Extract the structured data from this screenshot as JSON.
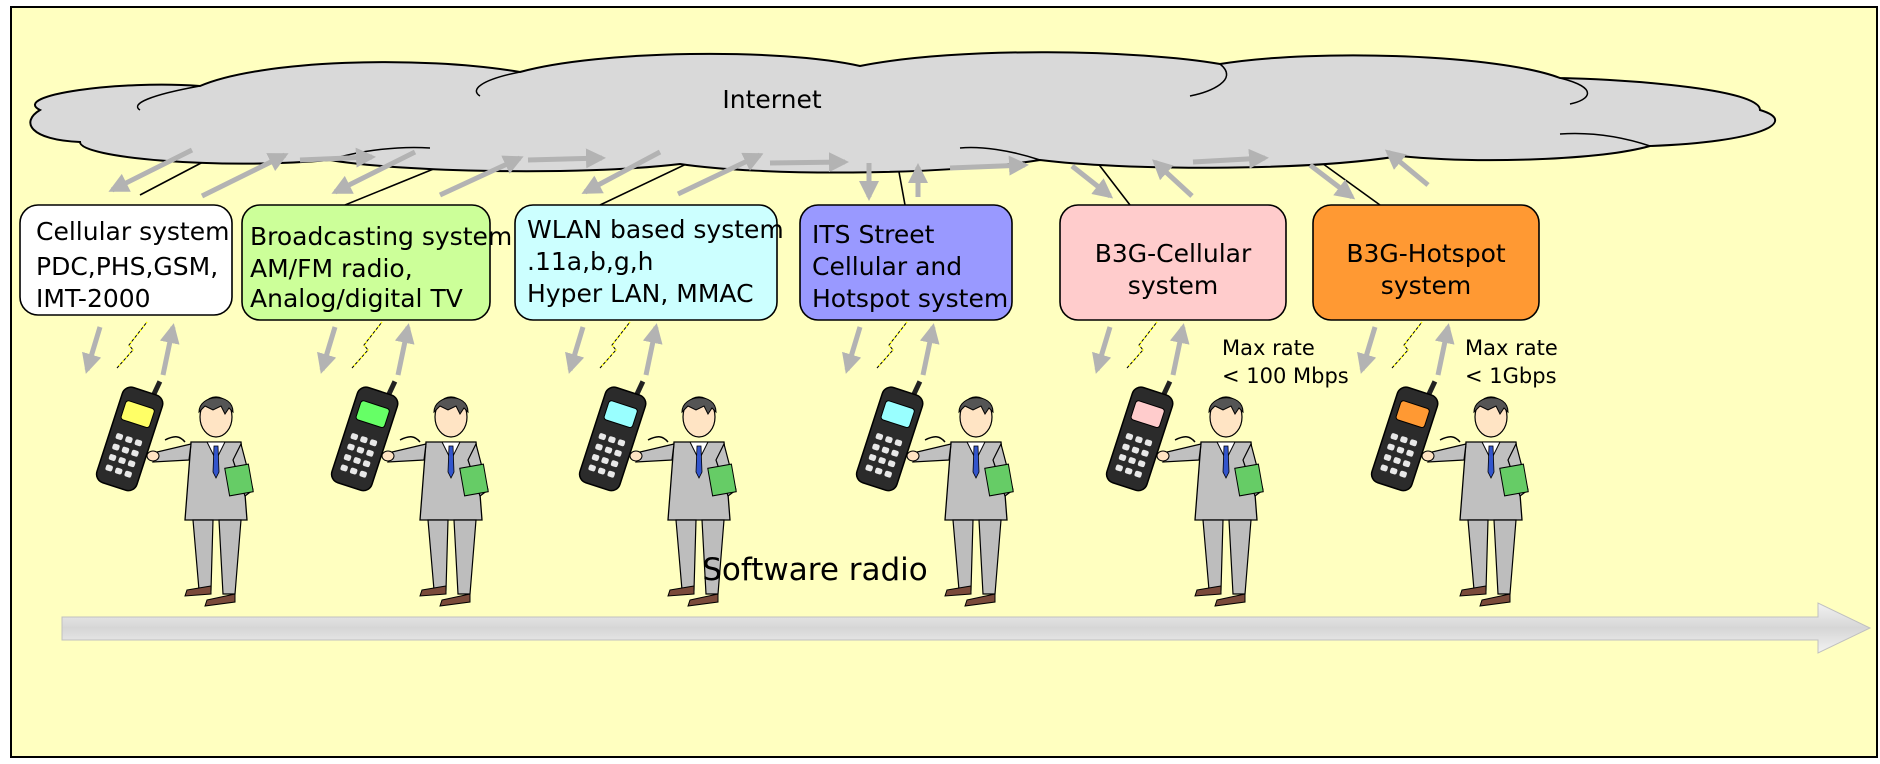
{
  "cloud_label": "Internet",
  "bottom_label": "Software radio",
  "systems": [
    {
      "lines": [
        "Cellular system",
        "PDC,PHS,GSM,",
        "IMT-2000"
      ],
      "fill": "#ffffff",
      "screen": "#ffff66"
    },
    {
      "lines": [
        "Broadcasting system",
        "AM/FM radio,",
        "Analog/digital TV"
      ],
      "fill": "#ccff99",
      "screen": "#66ff66"
    },
    {
      "lines": [
        "WLAN based system",
        ".11a,b,g,h",
        "Hyper LAN, MMAC"
      ],
      "fill": "#ccffff",
      "screen": "#99ffff"
    },
    {
      "lines": [
        "ITS Street",
        "Cellular and",
        "Hotspot system"
      ],
      "fill": "#9999ff",
      "screen": "#99ffff"
    },
    {
      "lines": [
        "B3G-Cellular",
        "system"
      ],
      "fill": "#ffcccc",
      "screen": "#ffcccc"
    },
    {
      "lines": [
        "B3G-Hotspot",
        "system"
      ],
      "fill": "#ff9933",
      "screen": "#ff9933"
    }
  ],
  "rate_notes": [
    {
      "lines": [
        "Max rate",
        "< 100 Mbps"
      ]
    },
    {
      "lines": [
        "Max rate",
        "< 1Gbps"
      ]
    }
  ],
  "colors": {
    "background": "#ffffc0",
    "cloud": "#d9d9d9",
    "arrow": "#b3b3b3",
    "radio_band": "#dcdcdc",
    "signal": "#ffff00"
  }
}
